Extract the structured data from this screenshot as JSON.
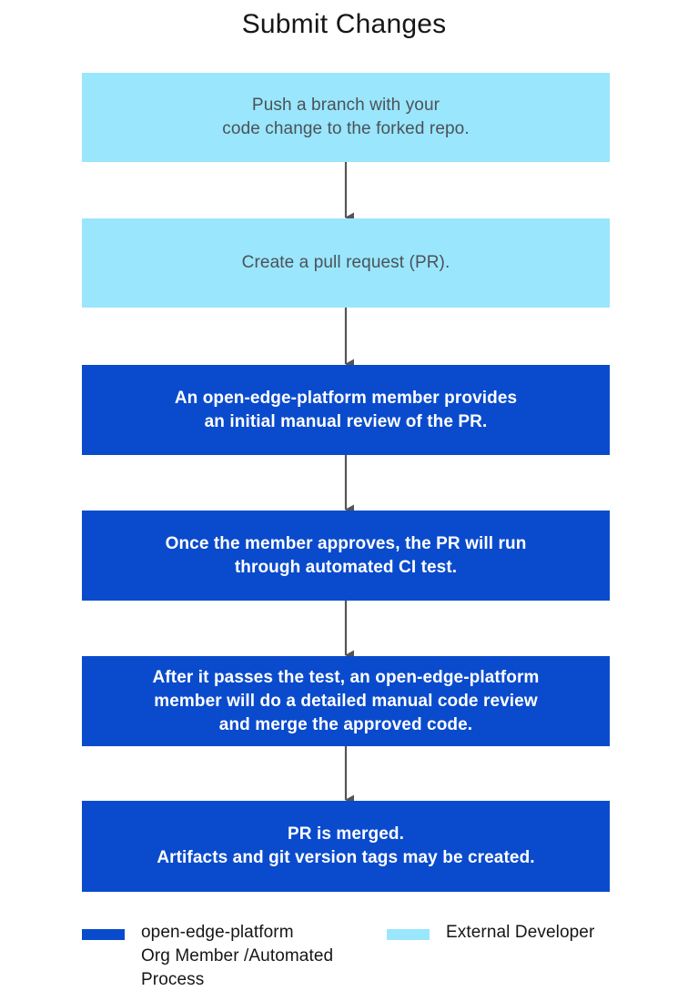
{
  "title": "Submit Changes",
  "colors": {
    "external_developer": "#9ae6fd",
    "org_member": "#0a4bcd",
    "arrow": "#555555",
    "background": "#ffffff",
    "light_box_text": "#4c5257",
    "dark_box_text": "#ffffff",
    "title_text": "#161616"
  },
  "chart_data": {
    "type": "diagram",
    "title": "Submit Changes",
    "orientation": "vertical",
    "nodes": [
      {
        "id": "push-branch",
        "text": "Push a branch with your\ncode change to the forked repo.",
        "category": "External Developer",
        "color": "#9ae6fd"
      },
      {
        "id": "create-pr",
        "text": "Create a pull request (PR).",
        "category": "External Developer",
        "color": "#9ae6fd"
      },
      {
        "id": "initial-review",
        "text": "An open-edge-platform member provides\nan initial manual review of the PR.",
        "category": "open-edge-platform Org Member /Automated Process",
        "color": "#0a4bcd"
      },
      {
        "id": "ci-test",
        "text": "Once the member approves, the PR will run\nthrough automated CI test.",
        "category": "open-edge-platform Org Member /Automated Process",
        "color": "#0a4bcd"
      },
      {
        "id": "detailed-review",
        "text": "After it passes the test, an open-edge-platform\nmember will do a detailed manual code review\nand merge the approved code.",
        "category": "open-edge-platform Org Member /Automated Process",
        "color": "#0a4bcd"
      },
      {
        "id": "pr-merged",
        "text": "PR is merged.\nArtifacts and git version tags may be created.",
        "category": "open-edge-platform Org Member /Automated Process",
        "color": "#0a4bcd"
      }
    ],
    "edges": [
      {
        "from": "push-branch",
        "to": "create-pr",
        "style": "arrow"
      },
      {
        "from": "create-pr",
        "to": "initial-review",
        "style": "arrow"
      },
      {
        "from": "initial-review",
        "to": "ci-test",
        "style": "arrow"
      },
      {
        "from": "ci-test",
        "to": "detailed-review",
        "style": "arrow"
      },
      {
        "from": "detailed-review",
        "to": "pr-merged",
        "style": "arrow"
      }
    ],
    "legend": {
      "position": "bottom",
      "entries": [
        {
          "label": "open-edge-platform\nOrg Member /Automated\nProcess",
          "color": "#0a4bcd"
        },
        {
          "label": "External Developer",
          "color": "#9ae6fd"
        }
      ]
    }
  },
  "nodes": {
    "n0": "Push a branch with your\ncode change to the forked repo.",
    "n1": "Create a pull request (PR).",
    "n2": "An open-edge-platform member provides\nan initial manual review of the PR.",
    "n3": "Once the member approves, the PR will run\nthrough automated CI test.",
    "n4": "After it passes the test, an open-edge-platform\nmember will do a detailed manual code review\nand merge the approved code.",
    "n5": "PR is merged.\nArtifacts and git version tags may be created."
  },
  "legend": {
    "org_label": "open-edge-platform\nOrg Member /Automated\nProcess",
    "external_label": "External Developer"
  }
}
